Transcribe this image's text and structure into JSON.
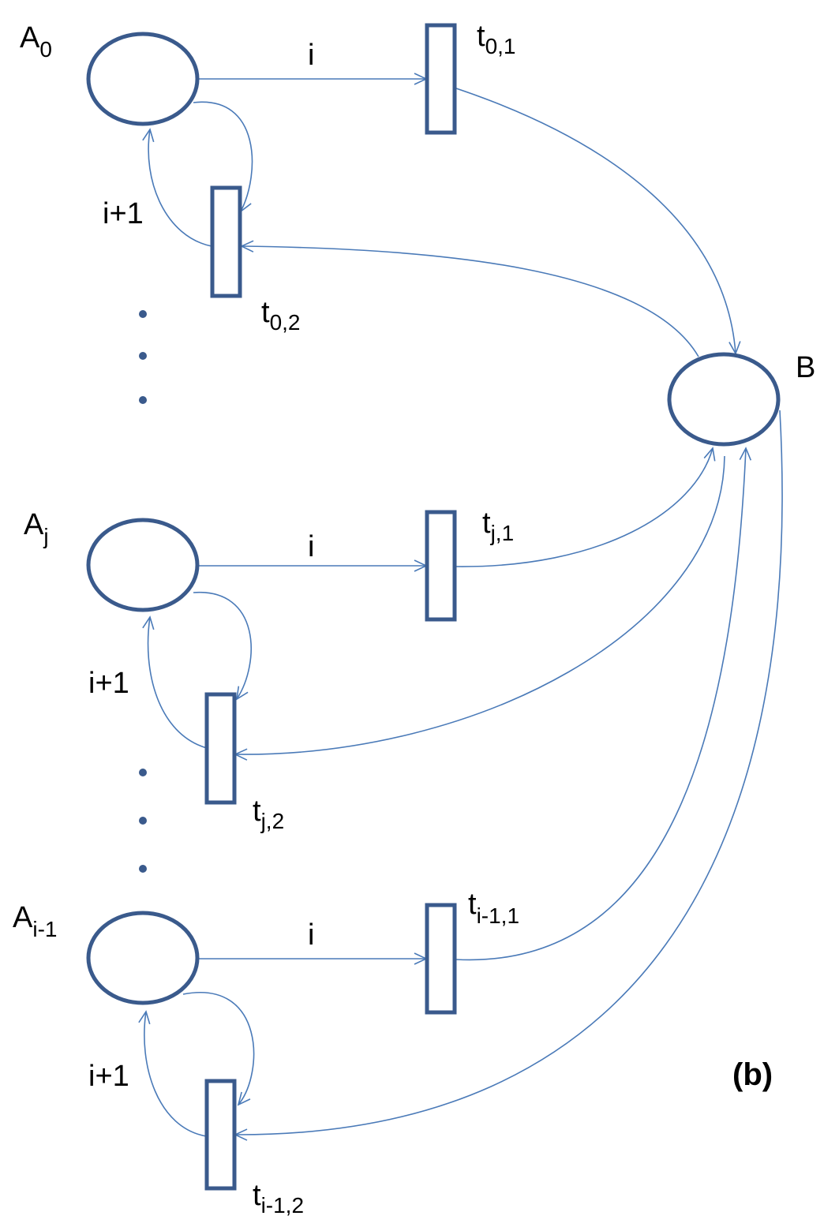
{
  "colors": {
    "node_stroke": "#3a5a8c",
    "arc": "#4a7ab8",
    "figure_label": "#2d4f86",
    "text": "#000000"
  },
  "places": {
    "a0": {
      "base": "A",
      "sub": "0"
    },
    "aj": {
      "base": "A",
      "sub": "j"
    },
    "ai1": {
      "base": "A",
      "sub": "i-1"
    },
    "b": {
      "base": "B",
      "sub": ""
    }
  },
  "transitions": {
    "t01": {
      "base": "t",
      "sub": "0,1"
    },
    "t02": {
      "base": "t",
      "sub": "0,2"
    },
    "tj1": {
      "base": "t",
      "sub": "j,1"
    },
    "tj2": {
      "base": "t",
      "sub": "j,2"
    },
    "ti11": {
      "base": "t",
      "sub": "i-1,1"
    },
    "ti12": {
      "base": "t",
      "sub": "i-1,2"
    }
  },
  "arc_weights": {
    "a0_out": "i",
    "a0_back": "i+1",
    "aj_out": "i",
    "aj_back": "i+1",
    "ai1_out": "i",
    "ai1_back": "i+1"
  },
  "figure_label": "(b)"
}
